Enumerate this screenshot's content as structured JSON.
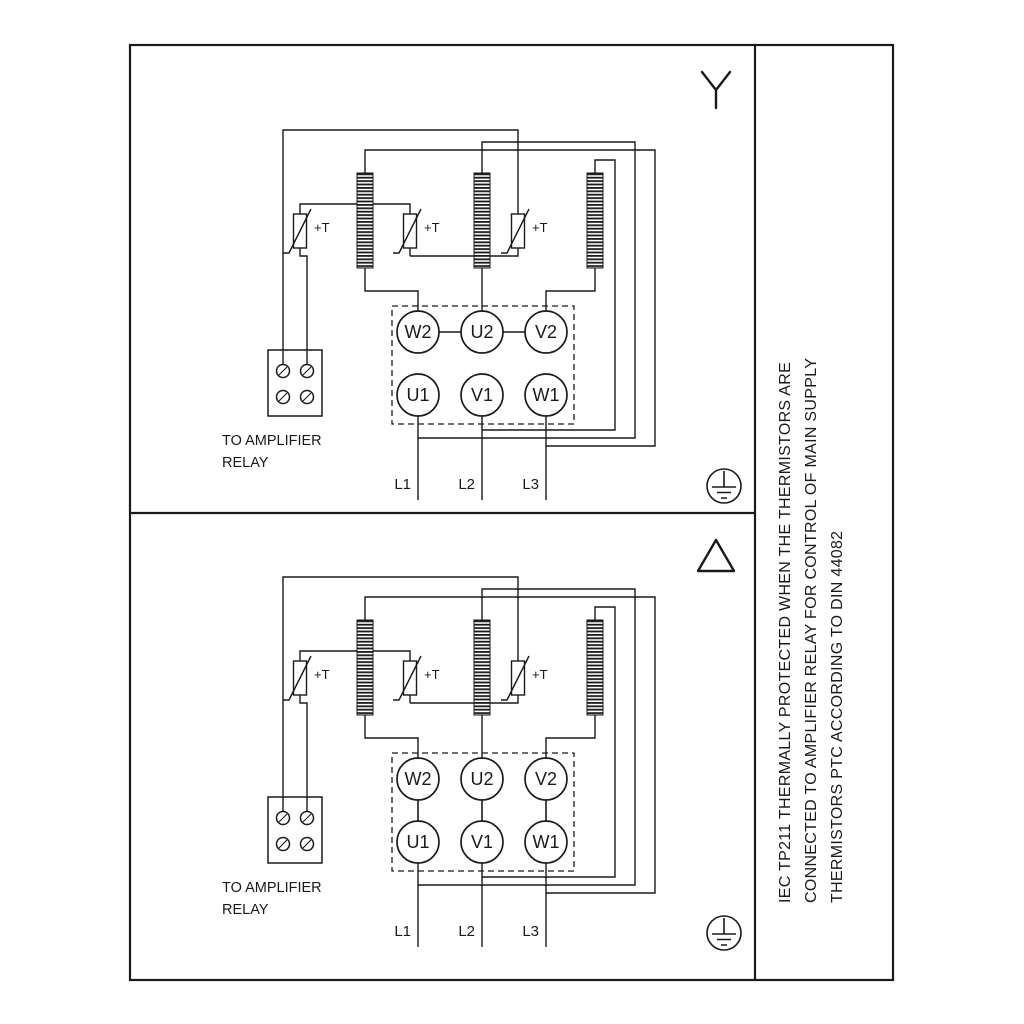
{
  "diagram": {
    "right_note": {
      "line1": "IEC TP211 THERMALLY PROTECTED WHEN THE THERMISTORS ARE",
      "line2": "CONNECTED TO AMPLIFIER RELAY FOR CONTROL OF MAIN SUPPLY",
      "line3": "THERMISTORS PTC ACCORDING TO DIN 44082"
    },
    "panels": [
      {
        "connection": "star",
        "terminals_top": [
          "W2",
          "U2",
          "V2"
        ],
        "terminals_bottom": [
          "U1",
          "V1",
          "W1"
        ],
        "thermistor_label": "+T",
        "relay_label": [
          "TO AMPLIFIER",
          "RELAY"
        ],
        "supply_labels": [
          "L1",
          "L2",
          "L3"
        ]
      },
      {
        "connection": "delta",
        "terminals_top": [
          "W2",
          "U2",
          "V2"
        ],
        "terminals_bottom": [
          "U1",
          "V1",
          "W1"
        ],
        "thermistor_label": "+T",
        "relay_label": [
          "TO AMPLIFIER",
          "RELAY"
        ],
        "supply_labels": [
          "L1",
          "L2",
          "L3"
        ]
      }
    ],
    "colors": {
      "line": "#1a1a1a",
      "background": "#ffffff"
    }
  }
}
